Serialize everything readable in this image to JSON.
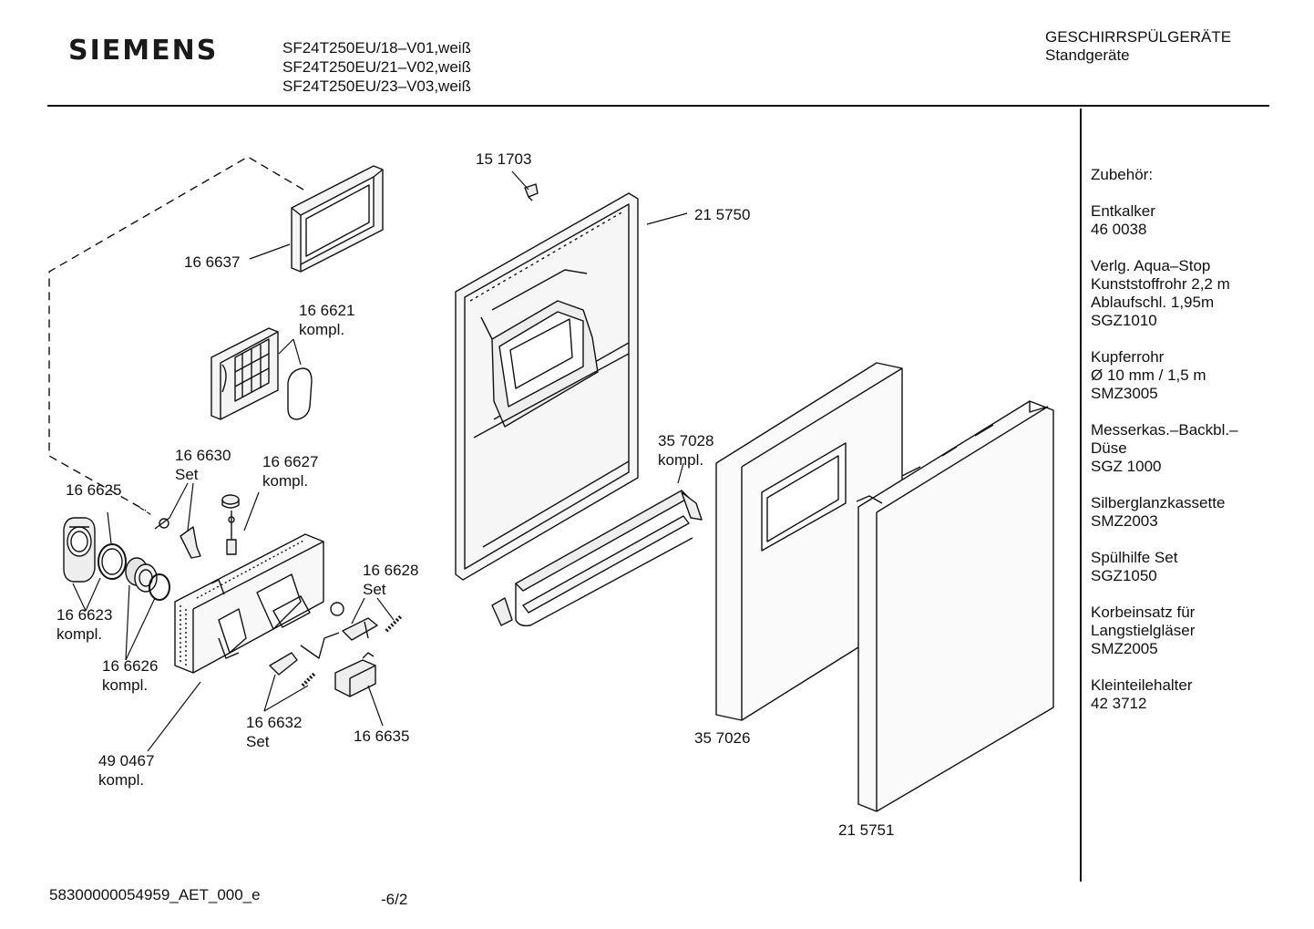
{
  "header": {
    "brand": "SIEMENS",
    "models": [
      "SF24T250EU/18–V01,weiß",
      "SF24T250EU/21–V02,weiß",
      "SF24T250EU/23–V03,weiß"
    ],
    "category": "GESCHIRRSPÜLGERÄTE",
    "subcategory": "Standgeräte"
  },
  "parts": {
    "p166637": "16 6637",
    "p166621": "16 6621",
    "p166621_note": "kompl.",
    "p166625": "16 6625",
    "p166630": "16 6630",
    "p166630_note": "Set",
    "p166627": "16 6627",
    "p166627_note": "kompl.",
    "p166623": "16 6623",
    "p166623_note": "kompl.",
    "p166626": "16 6626",
    "p166626_note": "kompl.",
    "p166628": "16 6628",
    "p166628_note": "Set",
    "p166632": "16 6632",
    "p166632_note": "Set",
    "p166635": "16 6635",
    "p490467": "49 0467",
    "p490467_note": "kompl.",
    "p151703": "15 1703",
    "p215750": "21 5750",
    "p357028": "35 7028",
    "p357028_note": "kompl.",
    "p357026": "35 7026",
    "p215751": "21 5751"
  },
  "accessories": {
    "heading": "Zubehör:",
    "groups": [
      [
        "Entkalker",
        "46 0038"
      ],
      [
        "Verlg. Aqua–Stop",
        "Kunststoffrohr 2,2 m",
        "Ablaufschl. 1,95m",
        "SGZ1010"
      ],
      [
        "Kupferrohr",
        "Ø 10 mm / 1,5 m",
        "SMZ3005"
      ],
      [
        "Messerkas.–Backbl.–",
        "Düse",
        "SGZ 1000"
      ],
      [
        "Silberglanzkassette",
        "SMZ2003"
      ],
      [
        "Spülhilfe Set",
        "SGZ1050"
      ],
      [
        "Korbeinsatz für",
        "Langstielgläser",
        "SMZ2005"
      ],
      [
        "Kleinteilehalter",
        "42 3712"
      ]
    ]
  },
  "footer": {
    "doc_code": "58300000054959_AET_000_e",
    "page": "-6/2"
  }
}
